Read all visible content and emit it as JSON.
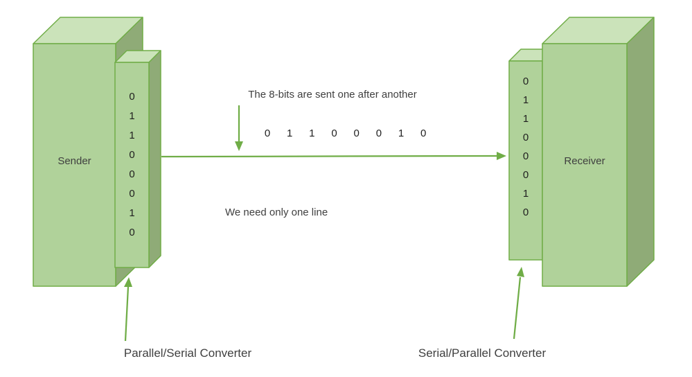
{
  "colors": {
    "box-front": "#b0d29a",
    "box-top": "#cbe3ba",
    "box-side": "#8fab77",
    "box-border": "#70ad47",
    "arrow": "#70ad47",
    "text": "#3f3f3f",
    "bits-text": "#1f1f1f"
  },
  "sender": {
    "label": "Sender",
    "converter": {
      "bits": [
        "0",
        "1",
        "1",
        "0",
        "0",
        "0",
        "1",
        "0"
      ],
      "label": "Parallel/Serial Converter"
    }
  },
  "receiver": {
    "label": "Receiver",
    "converter": {
      "bits": [
        "0",
        "1",
        "1",
        "0",
        "0",
        "0",
        "1",
        "0"
      ],
      "label": "Serial/Parallel Converter"
    }
  },
  "annotations": {
    "top_caption": "The 8-bits are sent one after another",
    "bit_stream": [
      "0",
      "1",
      "1",
      "0",
      "0",
      "0",
      "1",
      "0"
    ],
    "middle_caption": "We need only one line"
  }
}
